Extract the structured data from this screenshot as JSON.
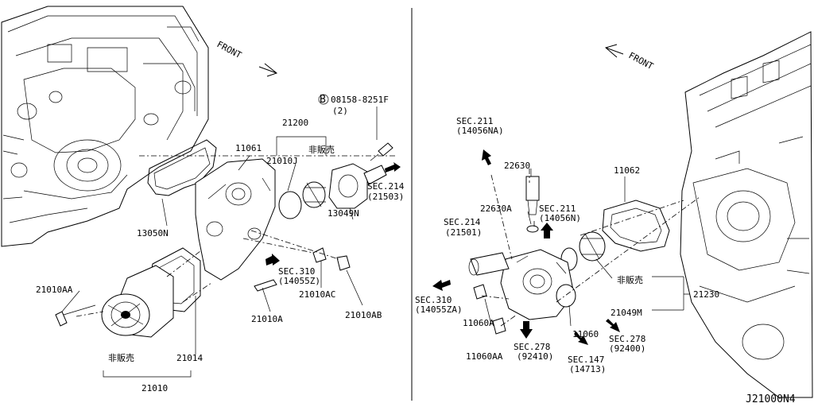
{
  "diagram_code": "J21000N4",
  "front_label": "FRONT",
  "not_for_sale": "非販売",
  "left": {
    "labels": {
      "p21200": "21200",
      "p21010j": "21010J",
      "p11061": "11061",
      "p13050n": "13050N",
      "p13049n": "13049N",
      "p21010aa": "21010AA",
      "p21010a": "21010A",
      "p21010ac": "21010AC",
      "p21010ab": "21010AB",
      "p21014": "21014",
      "p21010": "21010",
      "bolt_code": "08158-8251F",
      "bolt_qty": "(2)",
      "bolt_prefix": "B",
      "sec214": "SEC.214",
      "sec214_ref": "(21503)",
      "sec310": "SEC.310",
      "sec310_ref": "(14055Z)"
    }
  },
  "right": {
    "labels": {
      "sec211a": "SEC.211",
      "sec211a_ref": "(14056NA)",
      "p22630": "22630",
      "p22630a": "22630A",
      "sec211b": "SEC.211",
      "sec211b_ref": "(14056N)",
      "p11062": "11062",
      "sec214": "SEC.214",
      "sec214_ref": "(21501)",
      "p21230": "21230",
      "p21049m": "21049M",
      "sec310": "SEC.310",
      "sec310_ref": "(14055ZA)",
      "p11060a": "11060A",
      "p11060": "11060",
      "sec278a": "SEC.278",
      "sec278a_ref": "(92410)",
      "sec278b": "SEC.278",
      "sec278b_ref": "(92400)",
      "p11060aa": "11060AA",
      "sec147": "SEC.147",
      "sec147_ref": "(14713)"
    }
  }
}
